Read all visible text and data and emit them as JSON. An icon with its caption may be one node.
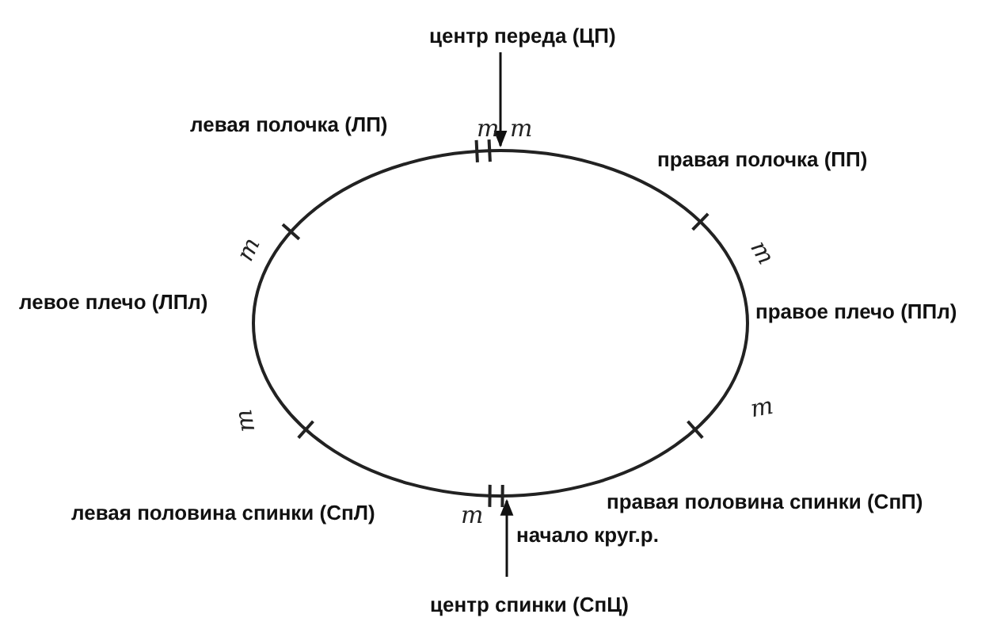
{
  "diagram": {
    "nodes": [
      {
        "text": [
          "центр переда (ЦП)"
        ]
      },
      {
        "text": [],
        "shape": "circle"
      },
      {
        "text": [
          "центр спинки (СпЦ)"
        ]
      }
    ],
    "edges": [
      {
        "from": 0,
        "to": 1,
        "arrow": "to"
      },
      {
        "from": 2,
        "to": 1,
        "arrow": "to"
      }
    ],
    "labels": [
      "левая полочка (ЛП)",
      "m",
      "m",
      "правая полочка (ПП)",
      "m",
      "m",
      "левое плечо (ЛПл)",
      "правое плечо (ППл)",
      "m",
      "m",
      "правая половина спинки (СпП)",
      "левая половина спинки (СпЛ)",
      "m",
      "начало круг.р."
    ]
  }
}
